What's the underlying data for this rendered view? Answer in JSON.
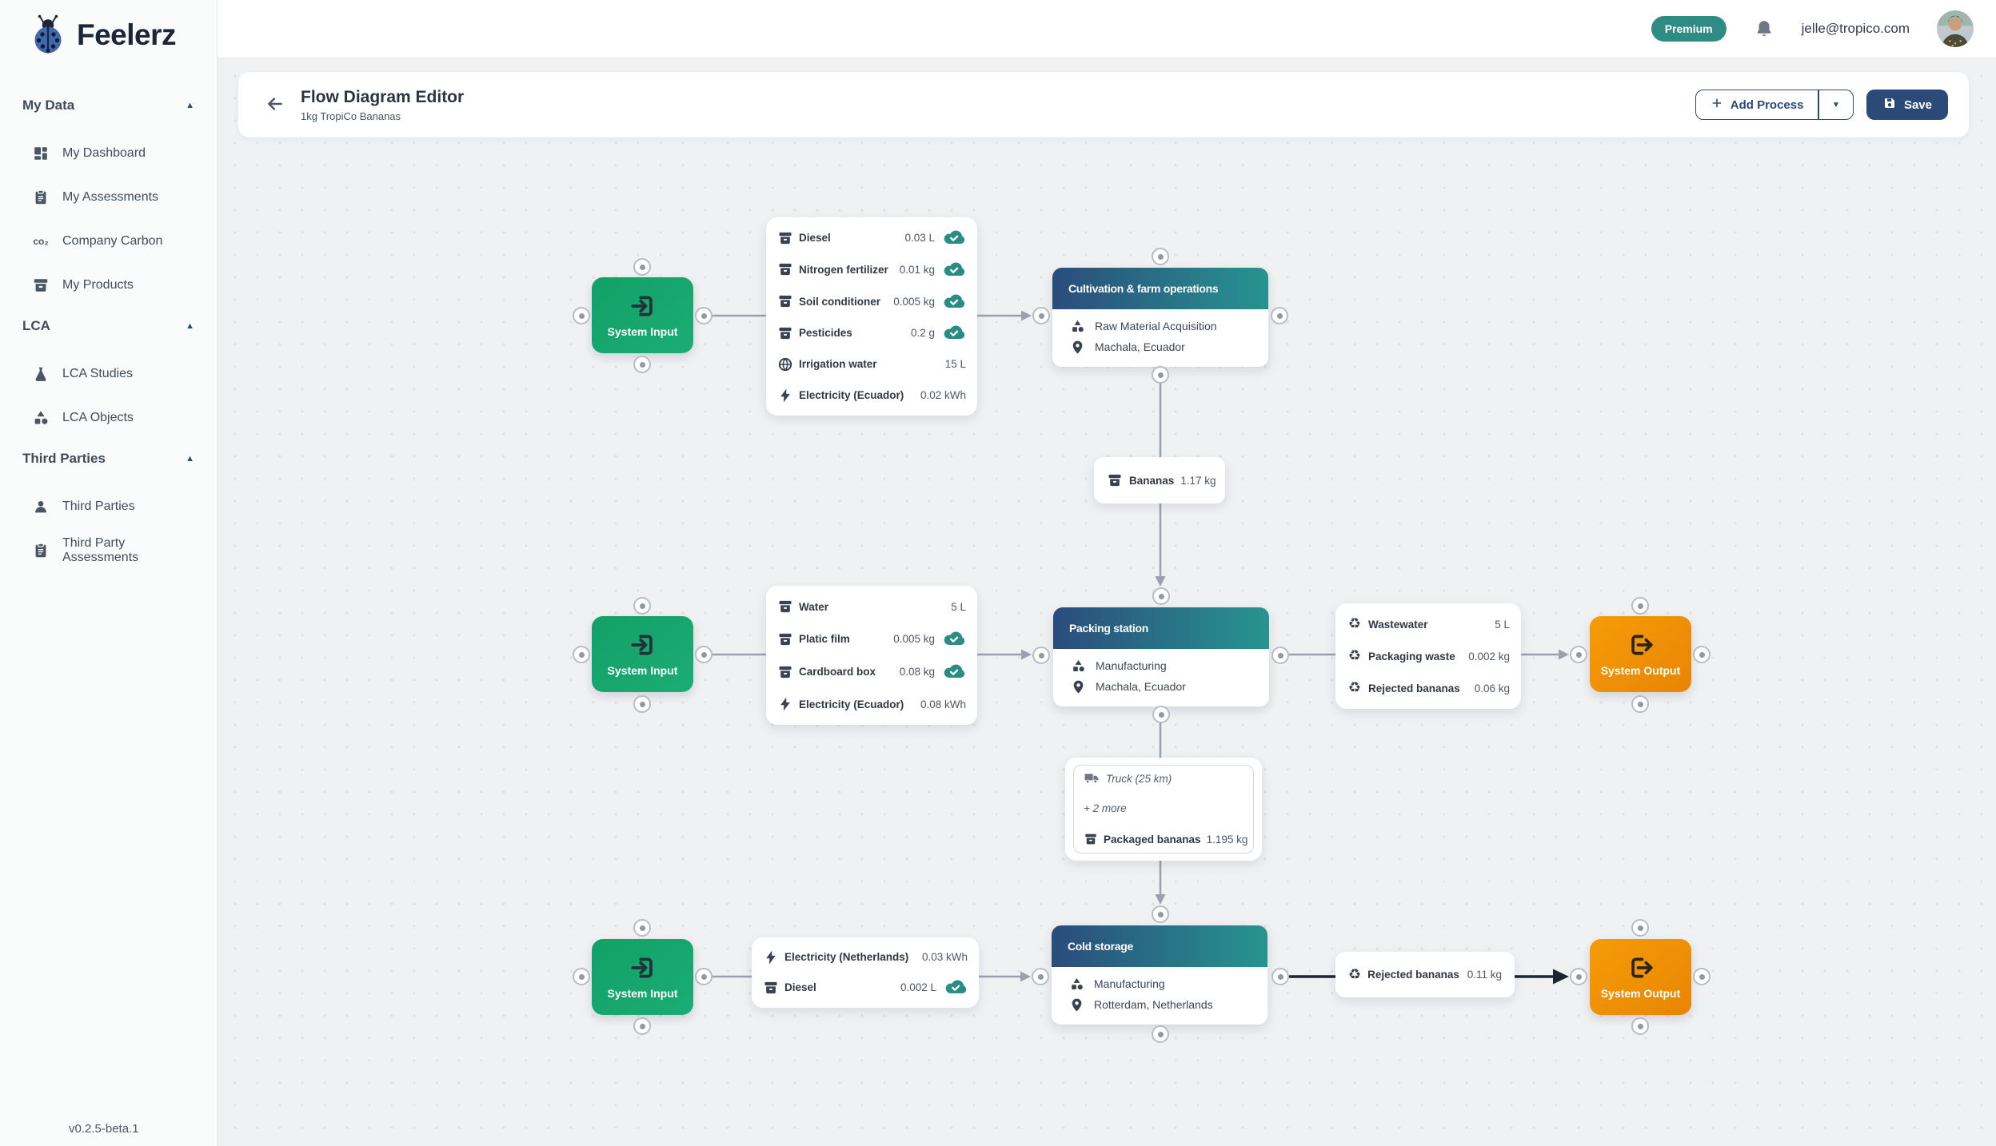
{
  "app": {
    "name": "Feelerz",
    "version": "v0.2.5-beta.1"
  },
  "topbar": {
    "premium_badge": "Premium",
    "user_email": "jelle@tropico.com"
  },
  "sidebar": {
    "sections": [
      {
        "label": "My Data",
        "items": [
          {
            "label": "My Dashboard",
            "icon": "dashboard-icon"
          },
          {
            "label": "My Assessments",
            "icon": "clipboard-icon"
          },
          {
            "label": "Company Carbon",
            "icon": "co2-icon"
          },
          {
            "label": "My Products",
            "icon": "box-icon"
          }
        ]
      },
      {
        "label": "LCA",
        "items": [
          {
            "label": "LCA Studies",
            "icon": "flask-icon"
          },
          {
            "label": "LCA Objects",
            "icon": "shapes-icon"
          }
        ]
      },
      {
        "label": "Third Parties",
        "items": [
          {
            "label": "Third Parties",
            "icon": "person-icon"
          },
          {
            "label": "Third Party Assessments",
            "icon": "clipboard-icon"
          }
        ]
      }
    ]
  },
  "header": {
    "title": "Flow Diagram Editor",
    "subtitle": "1kg TropiCo Bananas",
    "add_process_label": "Add Process",
    "save_label": "Save"
  },
  "canvas": {
    "system_input_label": "System Input",
    "system_output_label": "System Output",
    "process_nodes": [
      {
        "title": "Cultivation & farm operations",
        "stage": "Raw Material Acquisition",
        "location": "Machala, Ecuador"
      },
      {
        "title": "Packing station",
        "stage": "Manufacturing",
        "location": "Machala, Ecuador"
      },
      {
        "title": "Cold storage",
        "stage": "Manufacturing",
        "location": "Rotterdam, Netherlands"
      }
    ],
    "lists": {
      "cultivation_inputs": [
        {
          "label": "Diesel",
          "value": "0.03 L",
          "icon": "material-icon",
          "synced": true
        },
        {
          "label": "Nitrogen fertilizer",
          "value": "0.01 kg",
          "icon": "material-icon",
          "synced": true
        },
        {
          "label": "Soil conditioner",
          "value": "0.005 kg",
          "icon": "material-icon",
          "synced": true
        },
        {
          "label": "Pesticides",
          "value": "0.2 g",
          "icon": "material-icon",
          "synced": true
        },
        {
          "label": "Irrigation water",
          "value": "15 L",
          "icon": "globe-icon",
          "synced": false
        },
        {
          "label": "Electricity (Ecuador)",
          "value": "0.02 kWh",
          "icon": "electricity-icon",
          "synced": false
        }
      ],
      "packing_inputs": [
        {
          "label": "Water",
          "value": "5 L",
          "icon": "material-icon",
          "synced": false
        },
        {
          "label": "Platic film",
          "value": "0.005 kg",
          "icon": "material-icon",
          "synced": true
        },
        {
          "label": "Cardboard box",
          "value": "0.08 kg",
          "icon": "material-icon",
          "synced": true
        },
        {
          "label": "Electricity (Ecuador)",
          "value": "0.08 kWh",
          "icon": "electricity-icon",
          "synced": false
        }
      ],
      "packing_outputs": [
        {
          "label": "Wastewater",
          "value": "5 L",
          "icon": "recycle-icon"
        },
        {
          "label": "Packaging waste",
          "value": "0.002 kg",
          "icon": "recycle-icon"
        },
        {
          "label": "Rejected bananas",
          "value": "0.06 kg",
          "icon": "recycle-icon"
        }
      ],
      "cold_inputs": [
        {
          "label": "Electricity (Netherlands)",
          "value": "0.03 kWh",
          "icon": "electricity-icon",
          "synced": false
        },
        {
          "label": "Diesel",
          "value": "0.002 L",
          "icon": "material-icon",
          "synced": true
        }
      ]
    },
    "edge_labels": {
      "bananas": {
        "label": "Bananas",
        "value": "1.17 kg",
        "icon": "material-icon"
      },
      "transport": {
        "mode": "Truck (25 km)",
        "more": "+ 2 more",
        "label": "Packaged bananas",
        "value": "1.195 kg"
      },
      "rejected": {
        "label": "Rejected bananas",
        "value": "0.11 kg",
        "icon": "recycle-icon"
      }
    },
    "colors": {
      "accent_navy": "#2c4a78",
      "system_input_green": "#17a36c",
      "system_output_orange": "#ef8d0b",
      "process_header_gradient_start": "#2a4c7c",
      "process_header_gradient_end": "#279490",
      "synced_teal": "#2a8d85",
      "premium_teal": "#2e8c85",
      "edge_gray": "#9aa1ac",
      "edge_selected": "#1c2633"
    }
  }
}
